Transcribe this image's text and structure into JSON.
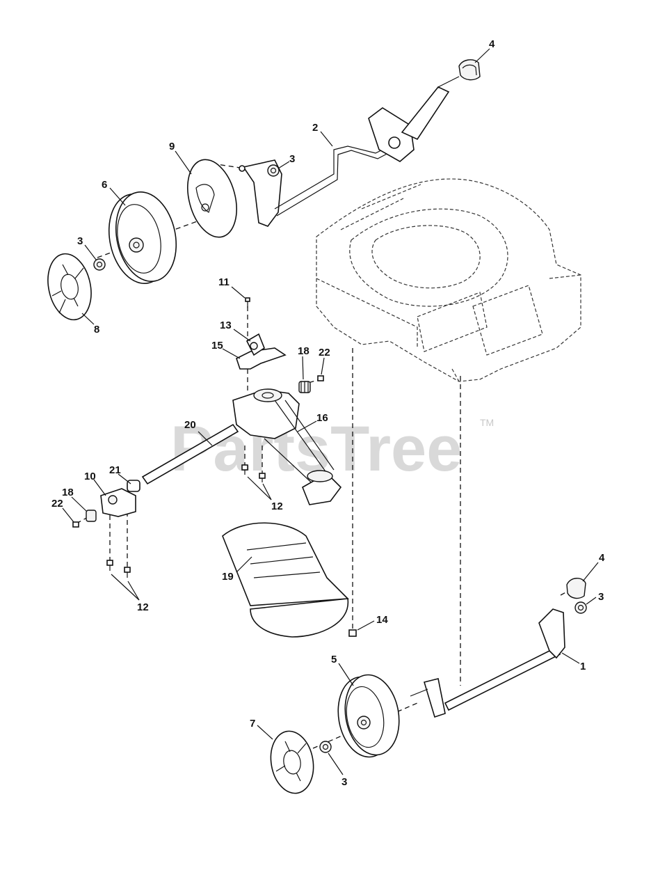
{
  "watermark": {
    "text": "PartsTree",
    "trademark": "TM"
  },
  "callouts": [
    {
      "id": "c-4-top",
      "label": "4"
    },
    {
      "id": "c-2",
      "label": "2"
    },
    {
      "id": "c-3-top",
      "label": "3"
    },
    {
      "id": "c-9",
      "label": "9"
    },
    {
      "id": "c-6",
      "label": "6"
    },
    {
      "id": "c-3-left",
      "label": "3"
    },
    {
      "id": "c-8",
      "label": "8"
    },
    {
      "id": "c-11",
      "label": "11"
    },
    {
      "id": "c-13",
      "label": "13"
    },
    {
      "id": "c-15",
      "label": "15"
    },
    {
      "id": "c-18-top",
      "label": "18"
    },
    {
      "id": "c-22-top",
      "label": "22"
    },
    {
      "id": "c-20",
      "label": "20"
    },
    {
      "id": "c-16",
      "label": "16"
    },
    {
      "id": "c-21",
      "label": "21"
    },
    {
      "id": "c-10",
      "label": "10"
    },
    {
      "id": "c-18-left",
      "label": "18"
    },
    {
      "id": "c-22-left",
      "label": "22"
    },
    {
      "id": "c-12-mid",
      "label": "12"
    },
    {
      "id": "c-19",
      "label": "19"
    },
    {
      "id": "c-12-low",
      "label": "12"
    },
    {
      "id": "c-4-right",
      "label": "4"
    },
    {
      "id": "c-3-right",
      "label": "3"
    },
    {
      "id": "c-14",
      "label": "14"
    },
    {
      "id": "c-1",
      "label": "1"
    },
    {
      "id": "c-5",
      "label": "5"
    },
    {
      "id": "c-7",
      "label": "7"
    },
    {
      "id": "c-3-bottom",
      "label": "3"
    }
  ]
}
